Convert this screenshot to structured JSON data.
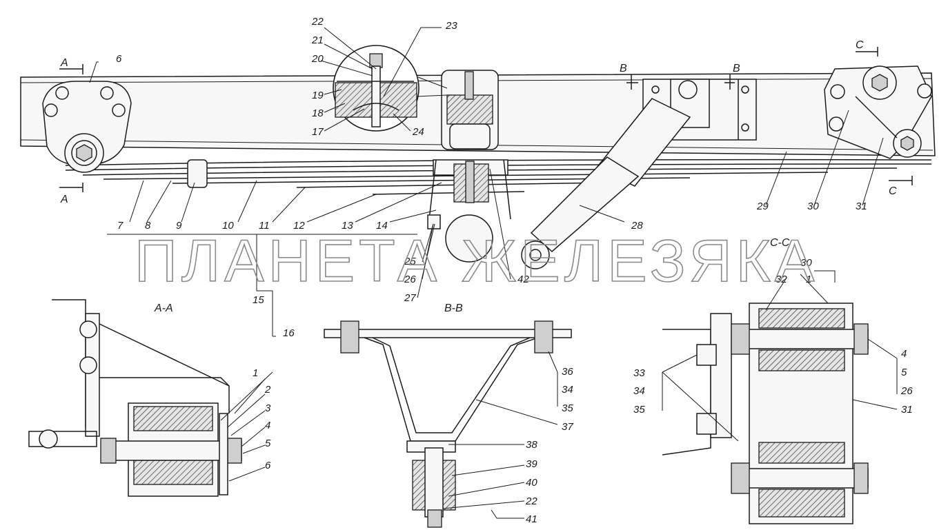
{
  "watermark": "ПЛАНЕТА ЖЕЛЕЗЯКА",
  "section_labels": {
    "aa": "А-А",
    "bb": "В-В",
    "cc": "С-С",
    "mark_a": "А",
    "mark_b": "В",
    "mark_c": "С"
  },
  "callouts": {
    "c1": "1",
    "c2": "2",
    "c3": "3",
    "c4": "4",
    "c5": "5",
    "c6": "6",
    "c7": "7",
    "c8": "8",
    "c9": "9",
    "c10": "10",
    "c11": "11",
    "c12": "12",
    "c13": "13",
    "c14": "14",
    "c15": "15",
    "c16": "16",
    "c17": "17",
    "c18": "18",
    "c19": "19",
    "c20": "20",
    "c21": "21",
    "c22": "22",
    "c23": "23",
    "c24": "24",
    "c25": "25",
    "c26": "26",
    "c27": "27",
    "c28": "28",
    "c29": "29",
    "c30": "30",
    "c31": "31",
    "c32": "32",
    "c33": "33",
    "c34": "34",
    "c35": "35",
    "c36": "36",
    "c37": "37",
    "c38": "38",
    "c39": "39",
    "c40": "40",
    "c41": "41",
    "c42": "42"
  }
}
